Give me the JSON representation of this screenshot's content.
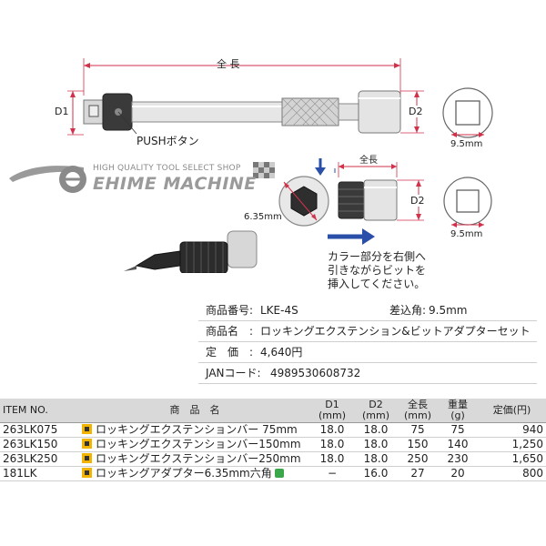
{
  "diagram": {
    "overall_length_label": "全 長",
    "d1_label": "D1",
    "d2_label": "D2",
    "push_button_label": "PUSHボタン",
    "square_size_label": "9.5mm",
    "adapter_length_label": "全長",
    "adapter_d2_label": "D2",
    "adapter_square_size_label": "9.5mm",
    "hex_size_label": "6.35mm",
    "instruction_lines": [
      "カラー部分を右側へ",
      "引きながらビットを",
      "挿入してください。"
    ]
  },
  "brand": {
    "tagline": "HIGH QUALITY TOOL SELECT SHOP",
    "name": "EHIME MACHINE"
  },
  "spec": {
    "product_no_label": "商品番号:",
    "product_no": "LKE-4S",
    "drive_label": "差込角:",
    "drive": "9.5mm",
    "name_label": "商品名　:",
    "name": "ロッキングエクステンション&ビットアダプターセット",
    "price_label": "定　価　:",
    "price": "4,640円",
    "jan_label": "JANコード:",
    "jan": "4989530608732"
  },
  "table": {
    "headers": {
      "item_no": "ITEM NO.",
      "name": "商　品　名",
      "d1": "D1",
      "d1_unit": "(mm)",
      "d2": "D2",
      "d2_unit": "(mm)",
      "length": "全長",
      "length_unit": "(mm)",
      "weight": "重量",
      "weight_unit": "(g)",
      "price": "定価(円)"
    },
    "rows": [
      {
        "item_no": "263LK075",
        "name": "ロッキングエクステンションバー 75mm",
        "d1": "18.0",
        "d2": "18.0",
        "length": "75",
        "weight": "75",
        "price": "940"
      },
      {
        "item_no": "263LK150",
        "name": "ロッキングエクステンションバー150mm",
        "d1": "18.0",
        "d2": "18.0",
        "length": "150",
        "weight": "140",
        "price": "1,250"
      },
      {
        "item_no": "263LK250",
        "name": "ロッキングエクステンションバー250mm",
        "d1": "18.0",
        "d2": "18.0",
        "length": "250",
        "weight": "230",
        "price": "1,650"
      },
      {
        "item_no": "181LK",
        "name": "ロッキングアダプター6.35mm六角",
        "d1": "−",
        "d2": "16.0",
        "length": "27",
        "weight": "20",
        "price": "800"
      }
    ]
  },
  "colors": {
    "dimension_line": "#d0324b",
    "arrow_blue": "#2a4fa8",
    "header_bg": "#d9d9d9"
  }
}
